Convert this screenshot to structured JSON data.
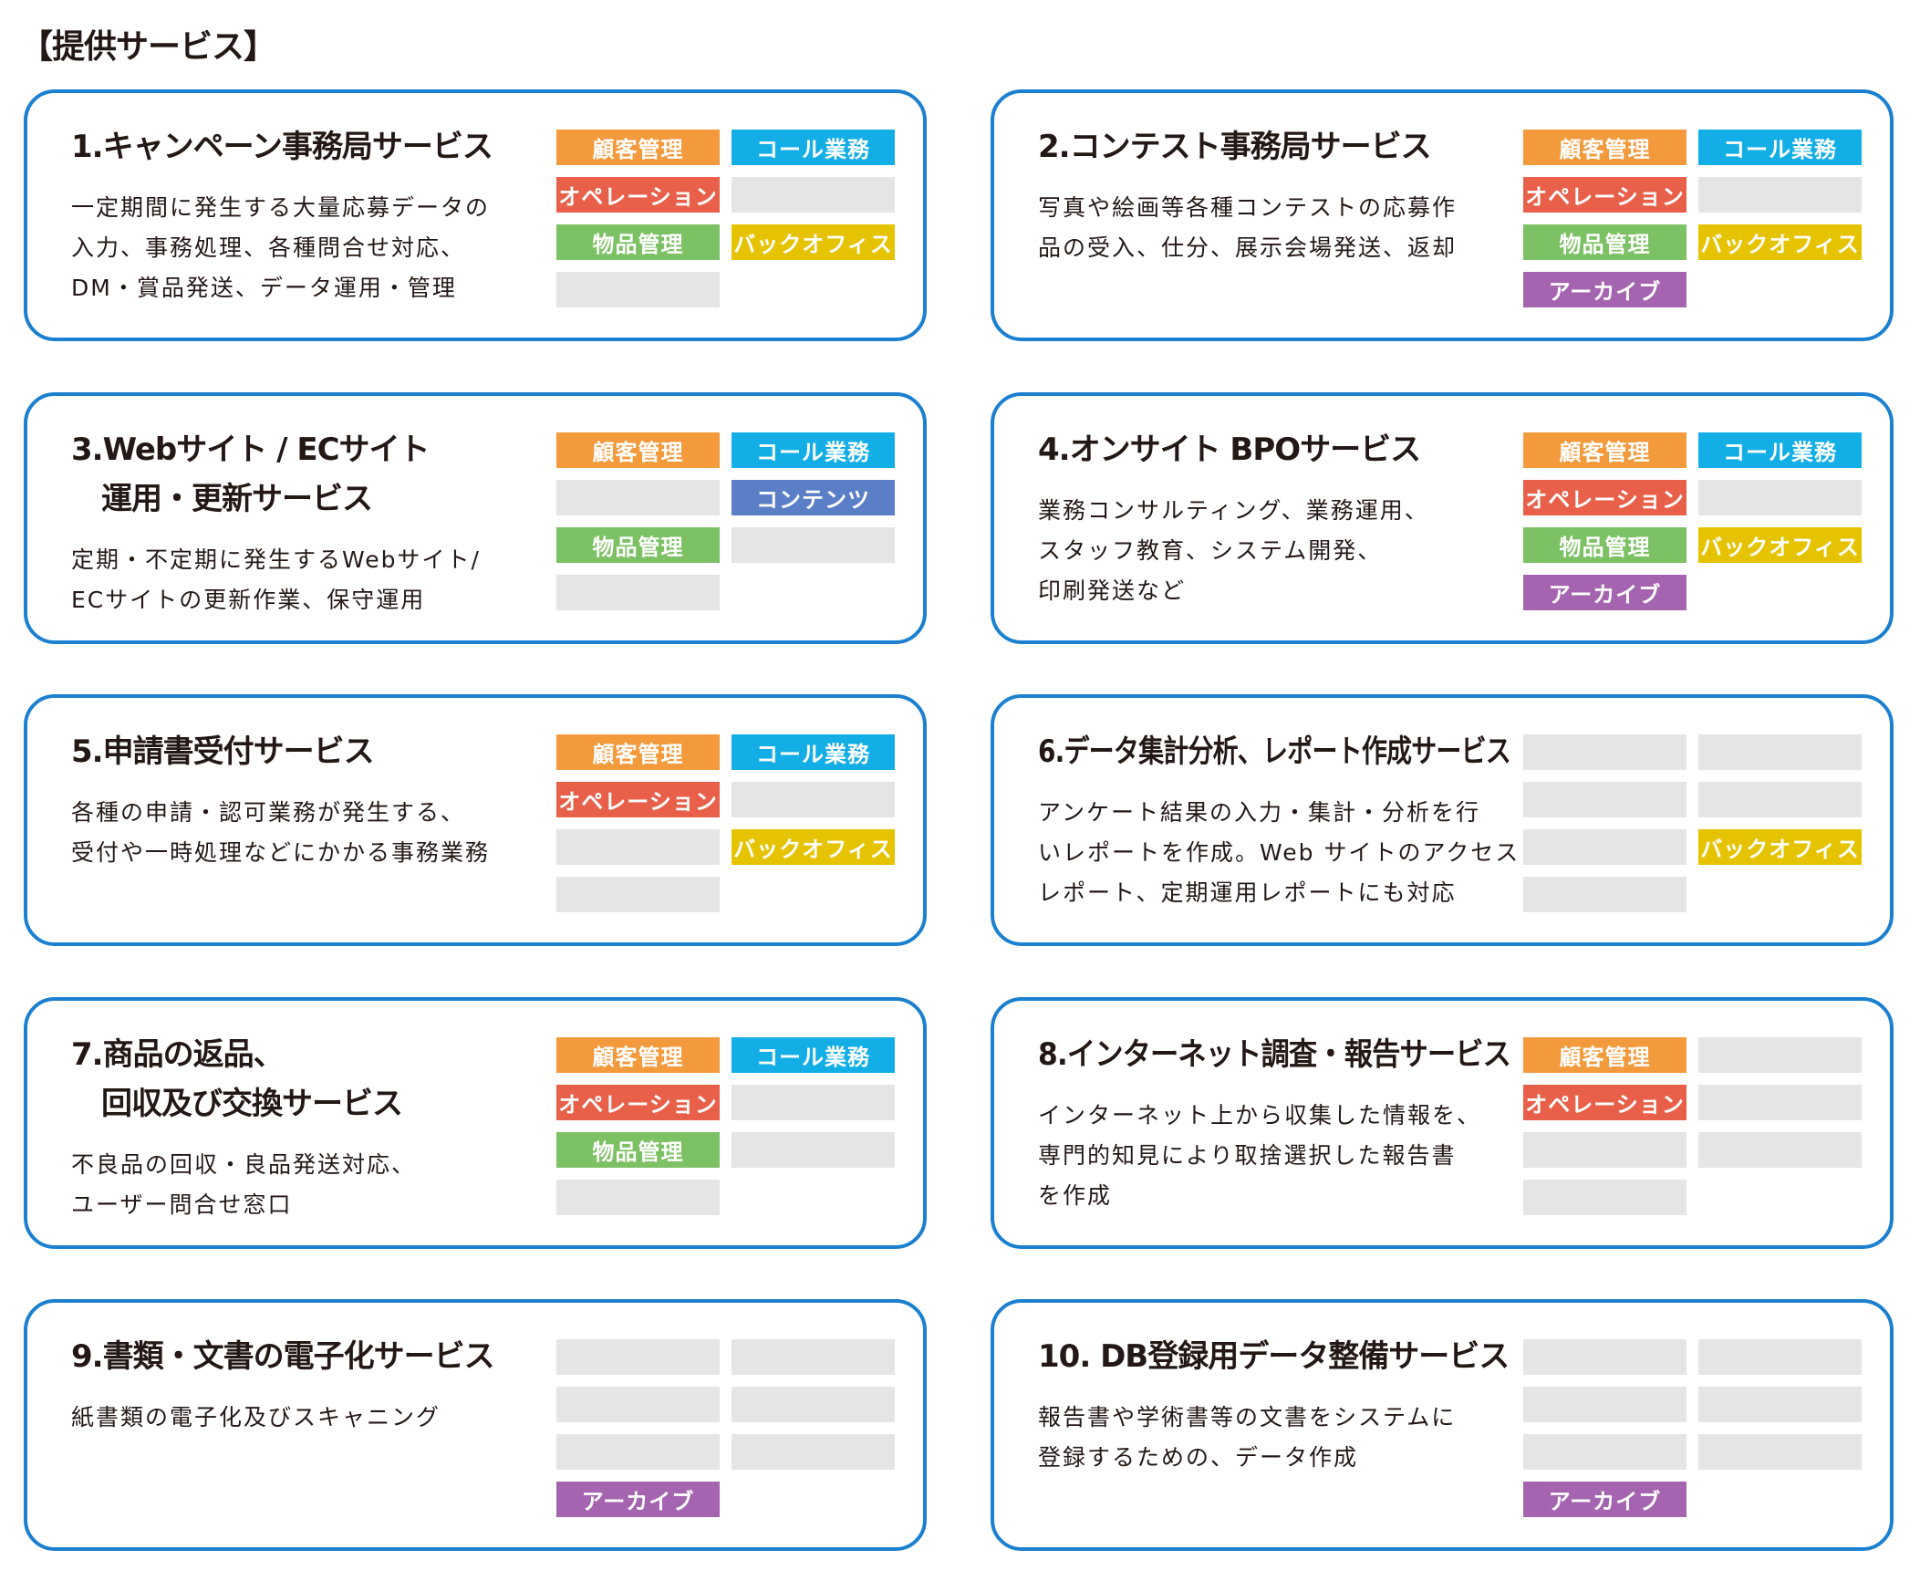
{
  "heading": "【提供サービス】",
  "tag_colors": {
    "顧客管理": "#f39a3c",
    "コール業務": "#13aee6",
    "オペレーション": "#e8604a",
    "物品管理": "#7cc164",
    "バックオフィス": "#e6c300",
    "アーカイブ": "#a564b0",
    "コンテンツ": "#5b7fc7"
  },
  "border_color": "#1b80cf",
  "services": [
    {
      "title": [
        "1.キャンペーン事務局サービス"
      ],
      "description": [
        "一定期間に発生する大量応募データの",
        "入力、事務処理、各種問合せ対応、",
        "DM・賞品発送、データ運用・管理"
      ],
      "tags": [
        "顧客管理",
        "コール業務",
        "オペレーション",
        "",
        "物品管理",
        "バックオフィス",
        "",
        null
      ]
    },
    {
      "title": [
        "2.コンテスト事務局サービス"
      ],
      "description": [
        "写真や絵画等各種コンテストの応募作",
        "品の受入、仕分、展示会場発送、返却"
      ],
      "tags": [
        "顧客管理",
        "コール業務",
        "オペレーション",
        "",
        "物品管理",
        "バックオフィス",
        "アーカイブ",
        null
      ]
    },
    {
      "title": [
        "3.Webサイト / ECサイト",
        "　運用・更新サービス"
      ],
      "description": [
        "定期・不定期に発生するWebサイト/",
        "ECサイトの更新作業、保守運用"
      ],
      "tags": [
        "顧客管理",
        "コール業務",
        "",
        "コンテンツ",
        "物品管理",
        "",
        "",
        null
      ]
    },
    {
      "title": [
        "4.オンサイト BPOサービス"
      ],
      "description": [
        "業務コンサルティング、業務運用、",
        "スタッフ教育、システム開発、",
        "印刷発送など"
      ],
      "tags": [
        "顧客管理",
        "コール業務",
        "オペレーション",
        "",
        "物品管理",
        "バックオフィス",
        "アーカイブ",
        null
      ]
    },
    {
      "title": [
        "5.申請書受付サービス"
      ],
      "description": [
        "各種の申請・認可業務が発生する、",
        "受付や一時処理などにかかる事務業務"
      ],
      "tags": [
        "顧客管理",
        "コール業務",
        "オペレーション",
        "",
        "",
        "バックオフィス",
        "",
        null
      ]
    },
    {
      "title": [
        "6.データ集計分析、レポート作成サービス"
      ],
      "description": [
        "アンケート結果の入力・集計・分析を行",
        "いレポートを作成。Web サイトのアクセス",
        "レポート、定期運用レポートにも対応"
      ],
      "tags": [
        "",
        "",
        "",
        "",
        "",
        "バックオフィス",
        "",
        null
      ]
    },
    {
      "title": [
        "7.商品の返品、",
        "　回収及び交換サービス"
      ],
      "description": [
        "不良品の回収・良品発送対応、",
        "ユーザー問合せ窓口"
      ],
      "tags": [
        "顧客管理",
        "コール業務",
        "オペレーション",
        "",
        "物品管理",
        "",
        "",
        null
      ]
    },
    {
      "title": [
        "8.インターネット調査・報告サービス"
      ],
      "description": [
        "インターネット上から収集した情報を、",
        "専門的知見により取捨選択した報告書",
        "を作成"
      ],
      "tags": [
        "顧客管理",
        "",
        "オペレーション",
        "",
        "",
        "",
        "",
        null
      ]
    },
    {
      "title": [
        "9.書類・文書の電子化サービス"
      ],
      "description": [
        "紙書類の電子化及びスキャニング"
      ],
      "tags": [
        "",
        "",
        "",
        "",
        "",
        "",
        "アーカイブ",
        null
      ]
    },
    {
      "title": [
        "10. DB登録用データ整備サービス"
      ],
      "description": [
        "報告書や学術書等の文書をシステムに",
        "登録するための、データ作成"
      ],
      "tags": [
        "",
        "",
        "",
        "",
        "",
        "",
        "アーカイブ",
        null
      ]
    }
  ]
}
